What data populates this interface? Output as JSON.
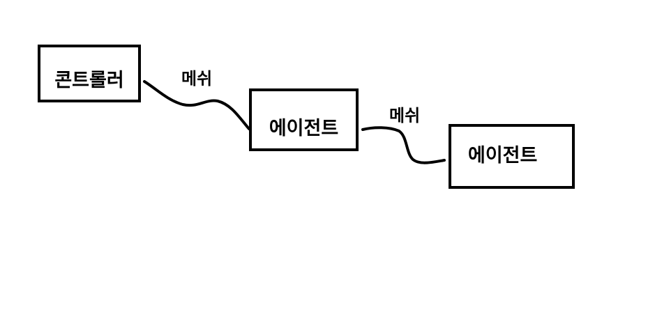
{
  "diagram": {
    "nodes": {
      "controller": {
        "label": "콘트롤러"
      },
      "agent_1": {
        "label": "에이전트"
      },
      "agent_2": {
        "label": "에이전트"
      }
    },
    "edges": [
      {
        "from": "controller",
        "to": "agent_1",
        "label": "메쉬"
      },
      {
        "from": "agent_1",
        "to": "agent_2",
        "label": "메쉬"
      }
    ],
    "colors": {
      "stroke": "#000000",
      "background": "#ffffff"
    }
  }
}
